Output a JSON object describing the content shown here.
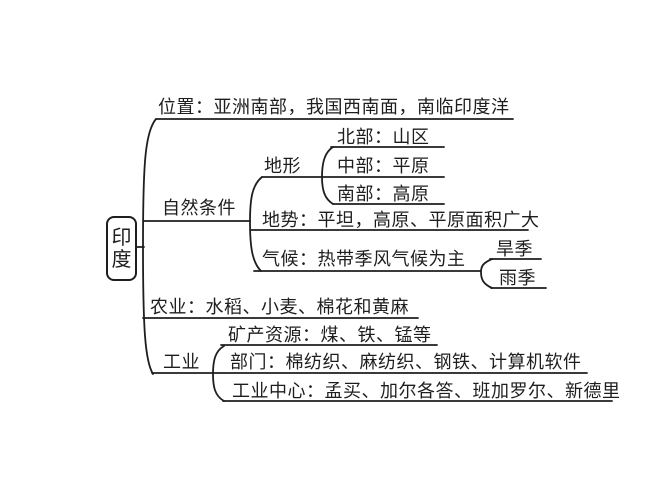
{
  "colors": {
    "background": "#ffffff",
    "line": "#1e1e1e",
    "text": "#1e1e1e"
  },
  "diagram": {
    "root": "印度",
    "branches": [
      {
        "label": "位置：亚洲南部，我国西南面，南临印度洋"
      },
      {
        "label": "自然条件",
        "children": [
          {
            "label": "地形",
            "children": [
              {
                "label": "北部：山区"
              },
              {
                "label": "中部：平原"
              },
              {
                "label": "南部：高原"
              }
            ]
          },
          {
            "label": "地势：平坦，高原、平原面积广大"
          },
          {
            "label": "气候：热带季风气候为主",
            "children": [
              {
                "label": "旱季"
              },
              {
                "label": "雨季"
              }
            ]
          }
        ]
      },
      {
        "label": "农业：水稻、小麦、棉花和黄麻"
      },
      {
        "label": "工业",
        "children": [
          {
            "label": "矿产资源：煤、铁、锰等"
          },
          {
            "label": "部门：棉纺织、麻纺织、钢铁、计算机软件"
          },
          {
            "label": "工业中心：孟买、加尔各答、班加罗尔、新德里"
          }
        ]
      }
    ]
  }
}
